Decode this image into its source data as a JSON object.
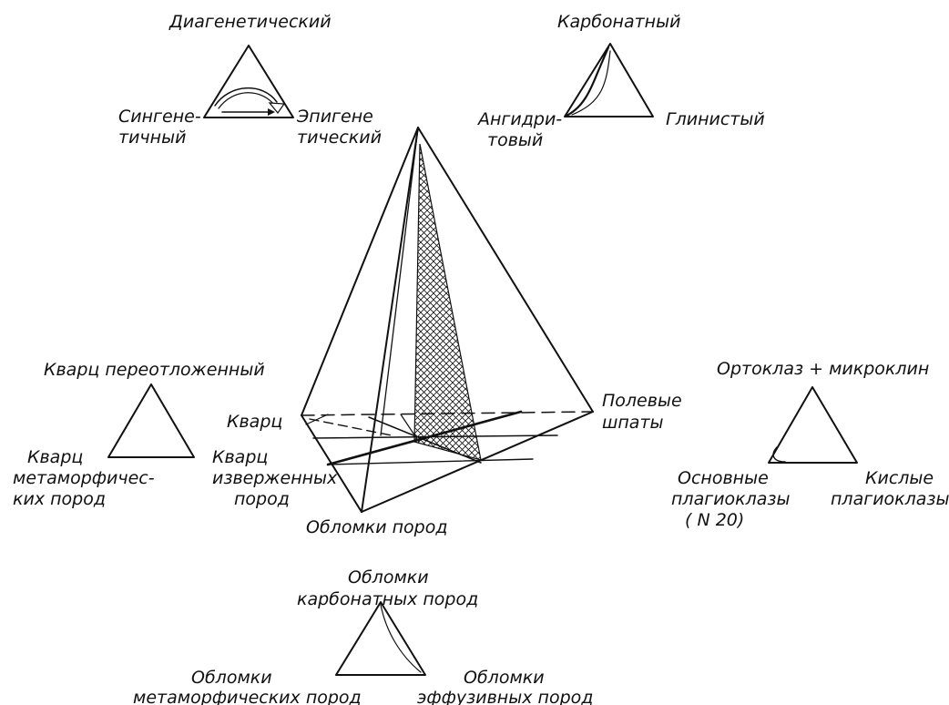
{
  "diagram": {
    "pyramid": {
      "corners": {
        "kvarts": "Кварц",
        "polevye_shpaty": [
          "Полевые",
          "шпаты"
        ],
        "oblomki_porod": "Обломки пород"
      }
    },
    "ternary": {
      "diagenetic": {
        "top": "Диагенетический",
        "left": [
          "Сингене-",
          "тичный"
        ],
        "right": [
          "Эпигене",
          "тический"
        ]
      },
      "carbonate": {
        "top": "Карбонатный",
        "left": [
          "Ангидри-",
          "товый"
        ],
        "right": "Глинистый"
      },
      "quartz": {
        "top": "Кварц переотложенный",
        "left": [
          "Кварц",
          "метаморфичес-",
          "ких пород"
        ],
        "right": [
          "Кварц",
          "изверженных",
          "пород"
        ]
      },
      "feldspar": {
        "top": "Ортоклаз + микроклин",
        "left": [
          "Основные",
          "плагиоклазы",
          "( N 20)"
        ],
        "right": [
          "Кислые",
          "плагиоклазы"
        ]
      },
      "rock_fragments": {
        "top": [
          "Обломки",
          "карбонатных пород"
        ],
        "left": [
          "Обломки",
          "метаморфических пород"
        ],
        "right": [
          "Обломки",
          "эффузивных пород"
        ]
      }
    },
    "colors": {
      "ink": "#111111",
      "background": "#ffffff"
    }
  }
}
